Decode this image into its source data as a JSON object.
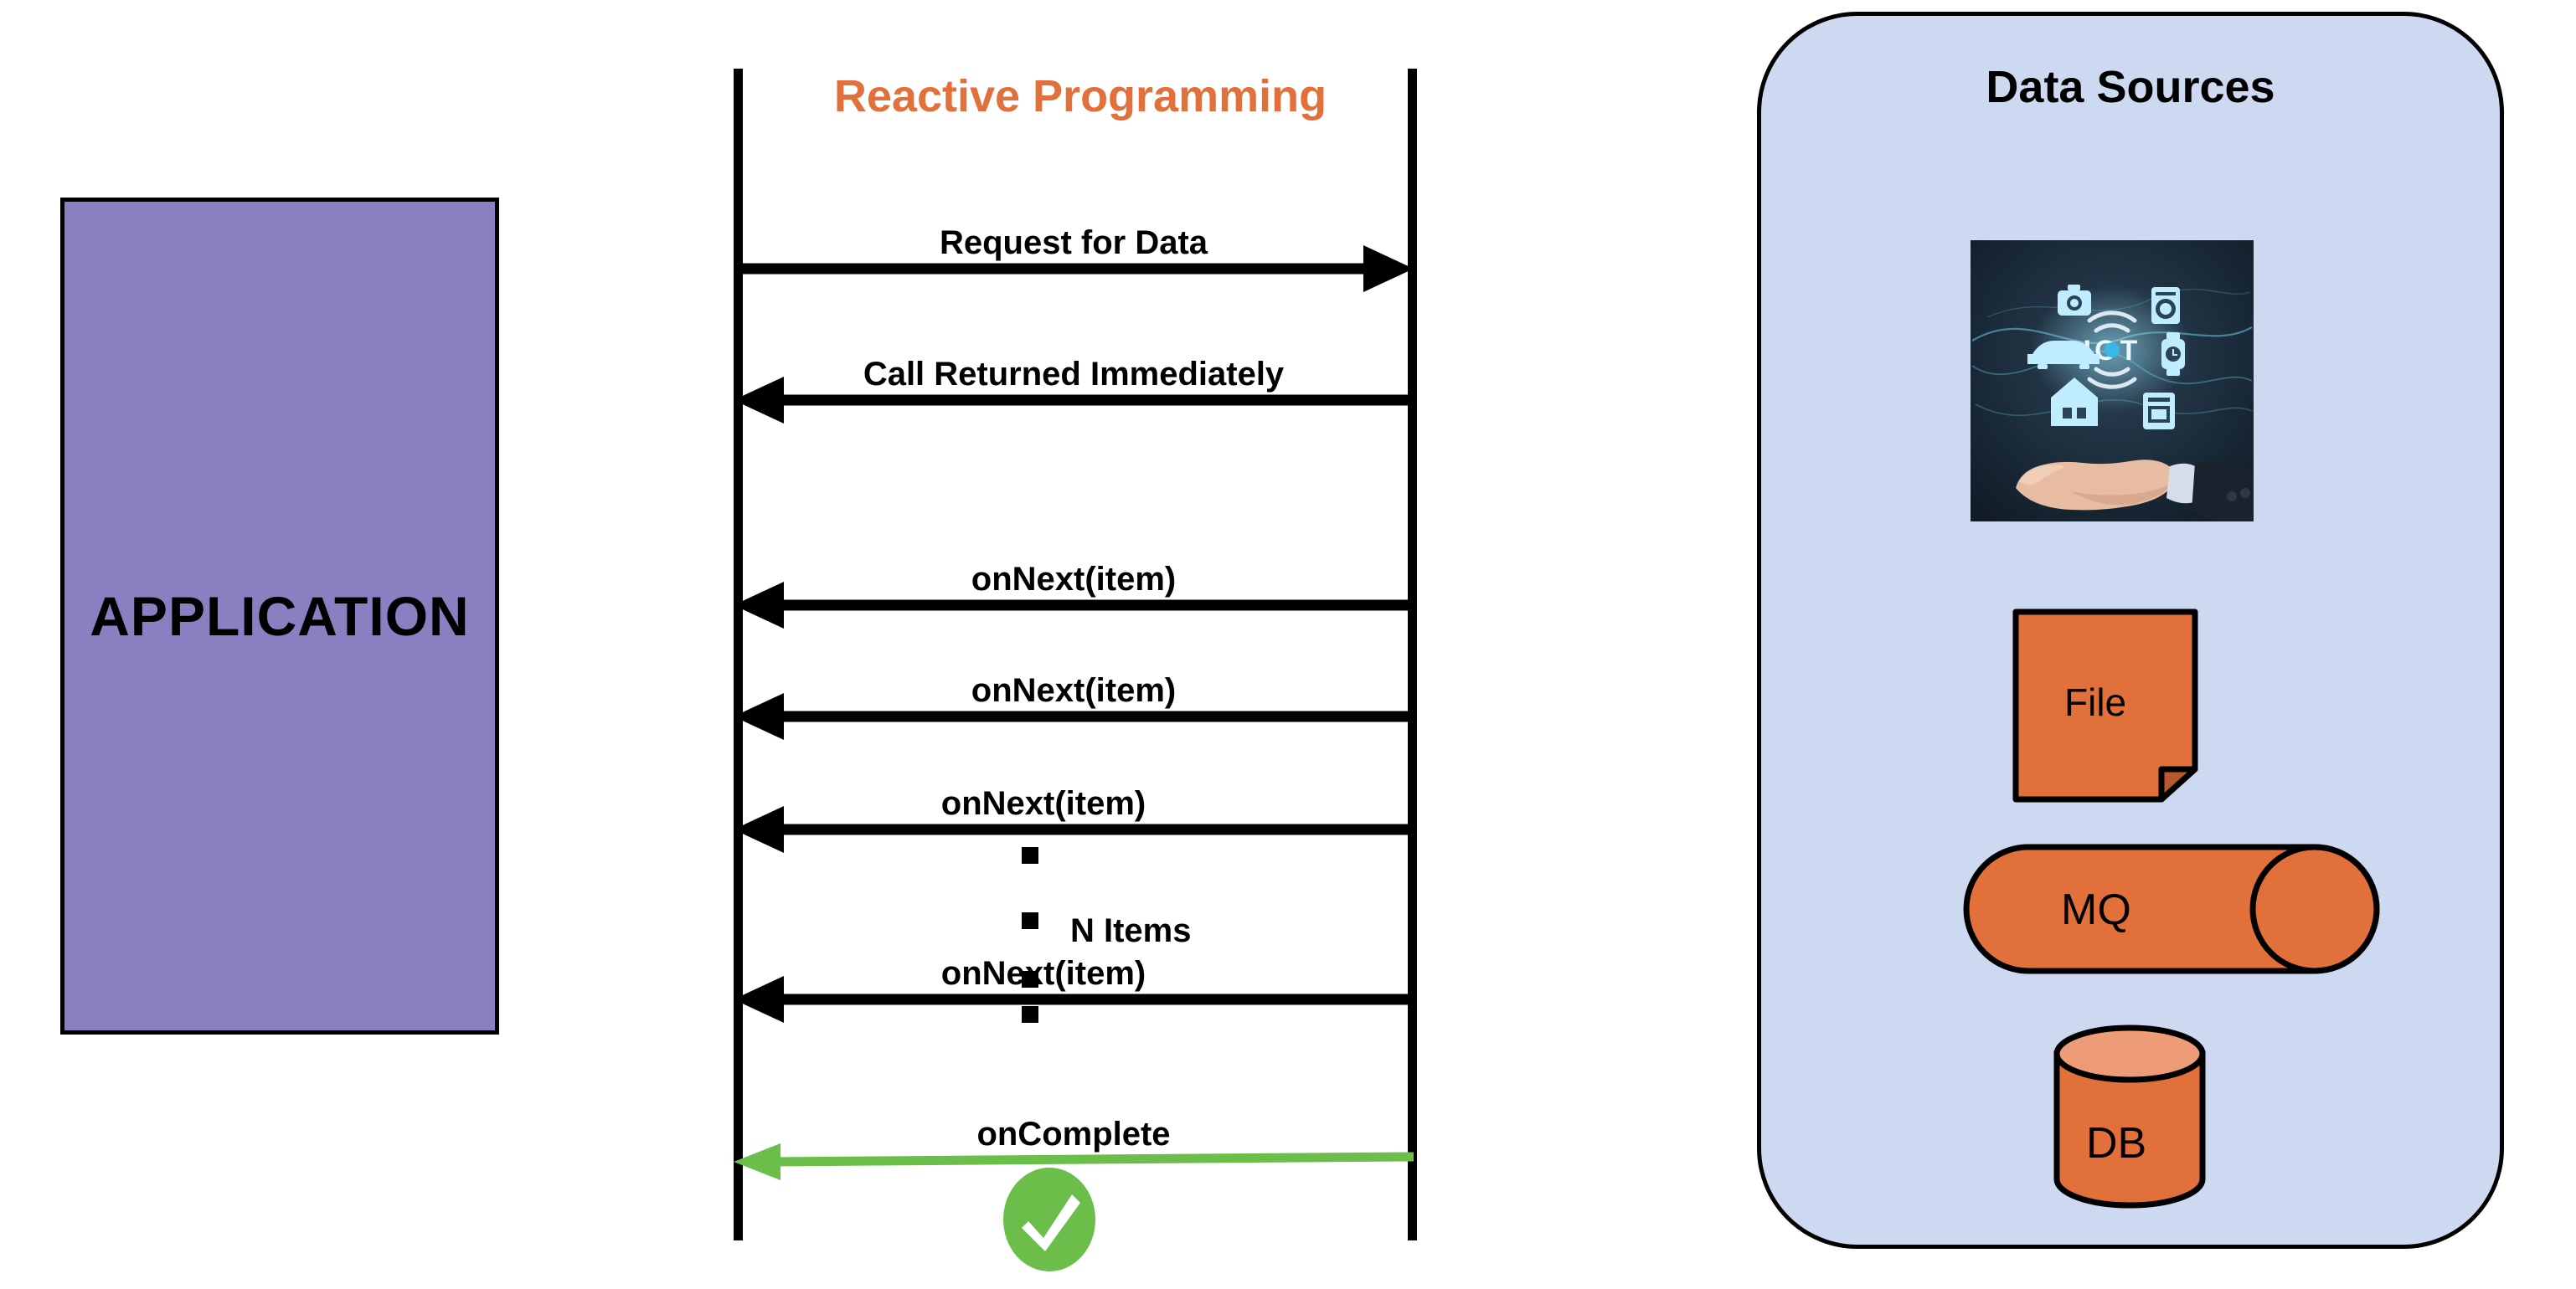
{
  "diagram": {
    "type": "sequence-diagram",
    "title": "Reactive Programming",
    "colors": {
      "title_orange": "#E2703A",
      "application_purple": "#8A7FC0",
      "panel_blue": "#CCD9F0",
      "shape_orange": "#E2703A",
      "db_top_orange": "#EE9B77",
      "complete_green": "#6CBE4B",
      "line_black": "#000000"
    }
  },
  "application": {
    "label": "APPLICATION"
  },
  "sequence": {
    "title": "Reactive Programming",
    "left_lifeline_name": "application-lifeline",
    "right_lifeline_name": "data-sources-lifeline",
    "messages": [
      {
        "label": "Request for Data",
        "direction": "right",
        "color": "#000000"
      },
      {
        "label": "Call Returned Immediately",
        "direction": "left",
        "color": "#000000"
      },
      {
        "label": "onNext(item)",
        "direction": "left",
        "color": "#000000"
      },
      {
        "label": "onNext(item)",
        "direction": "left",
        "color": "#000000"
      },
      {
        "label": "onNext(item)",
        "direction": "left",
        "color": "#000000"
      },
      {
        "label": "onNext(item)",
        "direction": "left",
        "color": "#000000"
      },
      {
        "label": "onComplete",
        "direction": "left",
        "color": "#6CBE4B"
      }
    ],
    "ellipsis_annotation": "N Items",
    "completion_icon": "check-circle-icon"
  },
  "data_sources": {
    "title": "Data Sources",
    "items": [
      {
        "name": "iot-image",
        "label": "",
        "icon": "iot-photo-icon",
        "shape": "image"
      },
      {
        "name": "file-shape",
        "label": "File",
        "icon": "document-icon",
        "shape": "document"
      },
      {
        "name": "mq-shape",
        "label": "MQ",
        "icon": "queue-icon",
        "shape": "horizontal-cylinder"
      },
      {
        "name": "db-shape",
        "label": "DB",
        "icon": "database-icon",
        "shape": "cylinder"
      }
    ],
    "iot_image_caption": "IOT"
  }
}
